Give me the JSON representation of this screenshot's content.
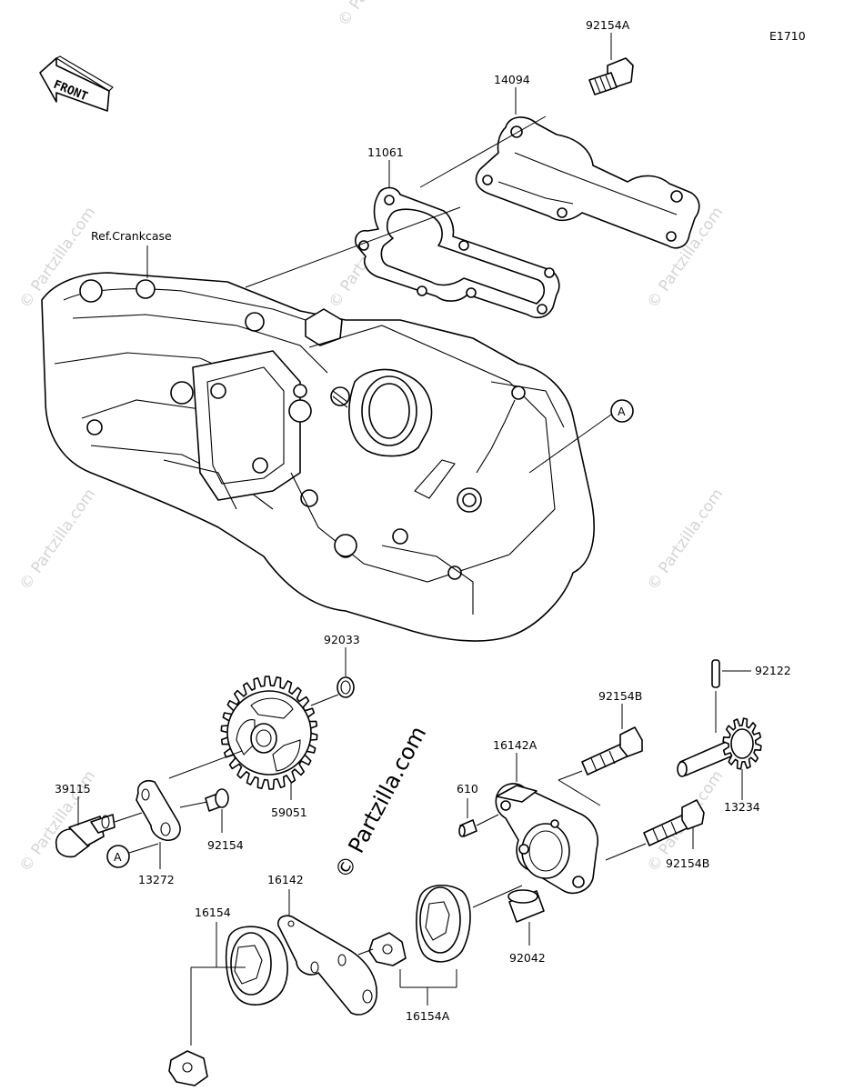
{
  "diagram_code": "E1710",
  "front_label": "FRONT",
  "ref_label": "Ref.Crankcase",
  "callouts": {
    "p92154A": "92154A",
    "p14094": "14094",
    "p11061": "11061",
    "p92033": "92033",
    "p92122": "92122",
    "p92154B_top": "92154B",
    "p16142A": "16142A",
    "p610": "610",
    "p13234": "13234",
    "p39115": "39115",
    "p92154": "92154",
    "p59051": "59051",
    "p13272": "13272",
    "p92154B_bottom": "92154B",
    "p16142": "16142",
    "p92042": "92042",
    "p16154": "16154",
    "p16154A": "16154A"
  },
  "marker_a": "A",
  "watermark": "© Partzilla.com"
}
